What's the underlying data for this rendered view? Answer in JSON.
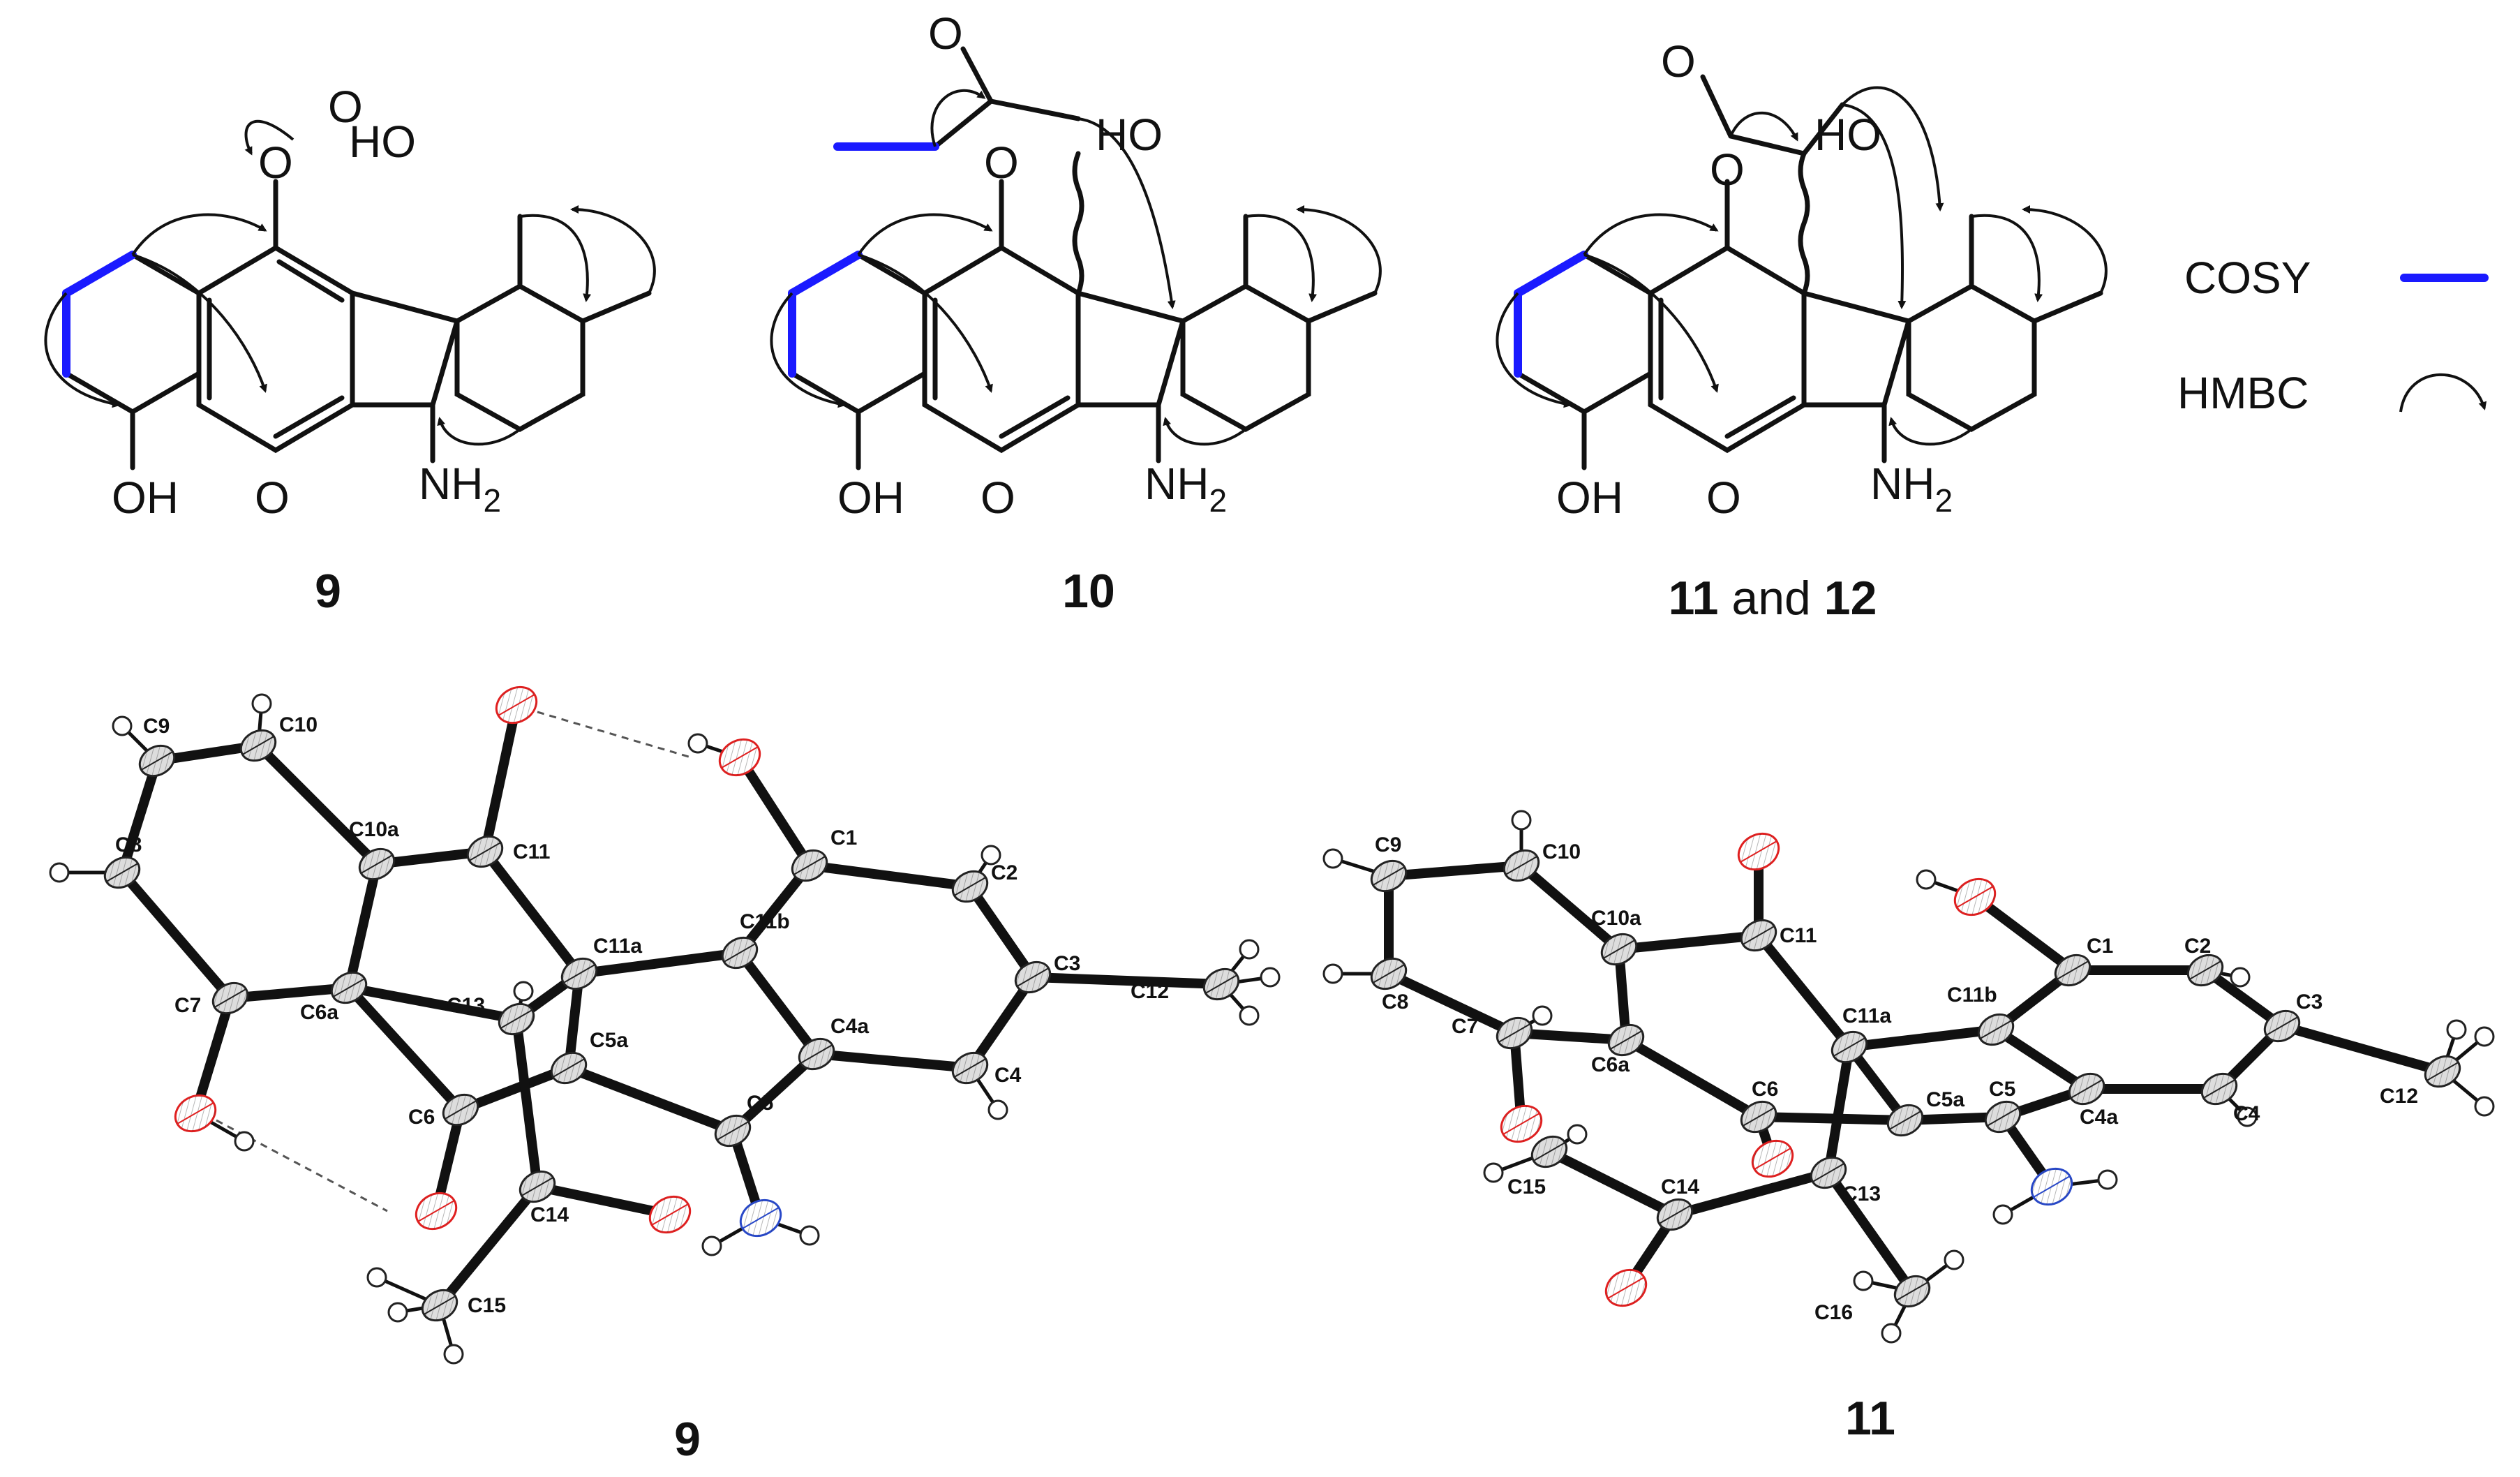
{
  "legend": {
    "cosy_label": "COSY",
    "hmbc_label": "HMBC",
    "cosy_color": "#1a1aff"
  },
  "structures": [
    {
      "caption_a": "9",
      "caption_mid": "",
      "caption_b": "",
      "groups": {
        "ketone_o": "O",
        "ho": "HO",
        "oh": "OH",
        "nh2": "NH",
        "sub2": "2",
        "quinone_o1": "O",
        "quinone_o2": "O"
      }
    },
    {
      "caption_a": "10",
      "caption_mid": "",
      "caption_b": "",
      "groups": {
        "ketone_o": "O",
        "ho": "HO",
        "oh": "OH",
        "nh2": "NH",
        "sub2": "2",
        "quinone_o1": "O",
        "quinone_o2": "O"
      }
    },
    {
      "caption_a": "11",
      "caption_mid": " and ",
      "caption_b": "12",
      "groups": {
        "ketone_o": "O",
        "ho": "HO",
        "oh": "OH",
        "nh2": "NH",
        "sub2": "2",
        "quinone_o1": "O",
        "quinone_o2": "O"
      }
    }
  ],
  "crystal": [
    {
      "caption": "9",
      "atoms": [
        {
          "id": "C1",
          "label": "C1",
          "el": "C"
        },
        {
          "id": "C2",
          "label": "C2",
          "el": "C"
        },
        {
          "id": "C3",
          "label": "C3",
          "el": "C"
        },
        {
          "id": "C4",
          "label": "C4",
          "el": "C"
        },
        {
          "id": "C4a",
          "label": "C4a",
          "el": "C"
        },
        {
          "id": "C5",
          "label": "C5",
          "el": "C"
        },
        {
          "id": "C5a",
          "label": "C5a",
          "el": "C"
        },
        {
          "id": "C6",
          "label": "C6",
          "el": "C"
        },
        {
          "id": "C6a",
          "label": "C6a",
          "el": "C"
        },
        {
          "id": "C7",
          "label": "C7",
          "el": "C"
        },
        {
          "id": "C8",
          "label": "C8",
          "el": "C"
        },
        {
          "id": "C9",
          "label": "C9",
          "el": "C"
        },
        {
          "id": "C10",
          "label": "C10",
          "el": "C"
        },
        {
          "id": "C10a",
          "label": "C10a",
          "el": "C"
        },
        {
          "id": "C11",
          "label": "C11",
          "el": "C"
        },
        {
          "id": "C11a",
          "label": "C11a",
          "el": "C"
        },
        {
          "id": "C11b",
          "label": "C11b",
          "el": "C"
        },
        {
          "id": "C12",
          "label": "C12",
          "el": "C"
        },
        {
          "id": "C13",
          "label": "C13",
          "el": "C"
        },
        {
          "id": "C14",
          "label": "C14",
          "el": "C"
        },
        {
          "id": "C15",
          "label": "C15",
          "el": "C"
        },
        {
          "id": "O1",
          "label": "",
          "el": "O"
        },
        {
          "id": "O11",
          "label": "",
          "el": "O"
        },
        {
          "id": "O7",
          "label": "",
          "el": "O"
        },
        {
          "id": "O6",
          "label": "",
          "el": "O"
        },
        {
          "id": "O14",
          "label": "",
          "el": "O"
        },
        {
          "id": "N5",
          "label": "",
          "el": "N"
        }
      ]
    },
    {
      "caption": "11",
      "atoms": [
        {
          "id": "C1",
          "label": "C1",
          "el": "C"
        },
        {
          "id": "C2",
          "label": "C2",
          "el": "C"
        },
        {
          "id": "C3",
          "label": "C3",
          "el": "C"
        },
        {
          "id": "C4",
          "label": "C4",
          "el": "C"
        },
        {
          "id": "C4a",
          "label": "C4a",
          "el": "C"
        },
        {
          "id": "C5",
          "label": "C5",
          "el": "C"
        },
        {
          "id": "C5a",
          "label": "C5a",
          "el": "C"
        },
        {
          "id": "C6",
          "label": "C6",
          "el": "C"
        },
        {
          "id": "C6a",
          "label": "C6a",
          "el": "C"
        },
        {
          "id": "C7",
          "label": "C7",
          "el": "C"
        },
        {
          "id": "C8",
          "label": "C8",
          "el": "C"
        },
        {
          "id": "C9",
          "label": "C9",
          "el": "C"
        },
        {
          "id": "C10",
          "label": "C10",
          "el": "C"
        },
        {
          "id": "C10a",
          "label": "C10a",
          "el": "C"
        },
        {
          "id": "C11",
          "label": "C11",
          "el": "C"
        },
        {
          "id": "C11a",
          "label": "C11a",
          "el": "C"
        },
        {
          "id": "C11b",
          "label": "C11b",
          "el": "C"
        },
        {
          "id": "C12",
          "label": "C12",
          "el": "C"
        },
        {
          "id": "C13",
          "label": "C13",
          "el": "C"
        },
        {
          "id": "C14",
          "label": "C14",
          "el": "C"
        },
        {
          "id": "C15",
          "label": "C15",
          "el": "C"
        },
        {
          "id": "C16",
          "label": "C16",
          "el": "C"
        },
        {
          "id": "O1",
          "label": "",
          "el": "O"
        },
        {
          "id": "O11",
          "label": "",
          "el": "O"
        },
        {
          "id": "O7",
          "label": "",
          "el": "O"
        },
        {
          "id": "O6",
          "label": "",
          "el": "O"
        },
        {
          "id": "O14",
          "label": "",
          "el": "O"
        },
        {
          "id": "N5",
          "label": "",
          "el": "N"
        }
      ]
    }
  ],
  "colors": {
    "carbon": "#dddddd",
    "oxygen": "#e02020",
    "nitrogen": "#2848c8",
    "hydrogen": "#ffffff",
    "bond": "#111111"
  }
}
